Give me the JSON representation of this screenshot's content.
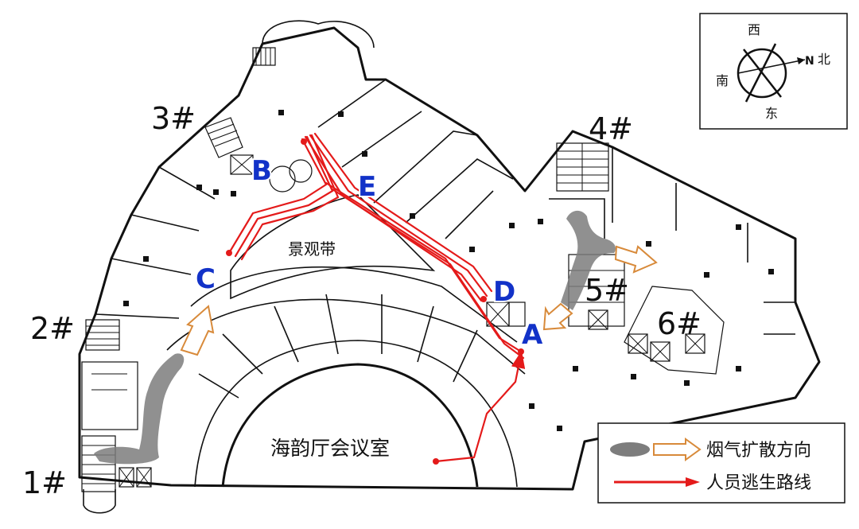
{
  "compass": {
    "west": "西",
    "south": "南",
    "east": "东",
    "north": "北"
  },
  "stairs": [
    "1#",
    "2#",
    "3#",
    "4#",
    "5#",
    "6#"
  ],
  "points": [
    "A",
    "B",
    "C",
    "D",
    "E"
  ],
  "areas": {
    "landscape_belt": "景观带",
    "hall": "海韵厅会议室"
  },
  "legend": {
    "smoke": "烟气扩散方向",
    "route": "人员逃生路线"
  },
  "colors": {
    "route": "#e41a1a",
    "smoke": "#7d7d7d",
    "smoke_arrow": "#d88a3a",
    "point_label": "#1232c8"
  }
}
